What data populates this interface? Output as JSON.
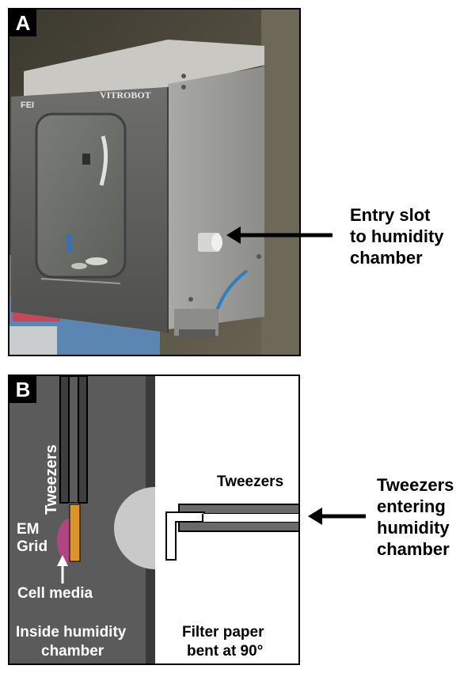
{
  "panel_a": {
    "letter": "A",
    "brand_left": "FEI",
    "brand_right": "VITROBOT",
    "callout": [
      "Entry slot",
      "to humidity",
      "chamber"
    ]
  },
  "panel_b": {
    "letter": "B",
    "tweezers_vertical": "Tweezers",
    "em_grid": [
      "EM",
      "Grid"
    ],
    "cell_media": "Cell media",
    "inside_chamber": [
      "Inside humidity",
      "chamber"
    ],
    "tweezers_horizontal": "Tweezers",
    "filter_paper": [
      "Filter paper",
      "bent at 90°"
    ],
    "callout": [
      "Tweezers",
      "entering",
      "humidity",
      "chamber"
    ]
  },
  "colors": {
    "chamber_gray": "#5b5b5b",
    "wall_dark": "#3a3a3a",
    "tweezer_gray": "#6a6a6a",
    "em_grid_orange": "#d9952b",
    "cell_media_magenta": "#b0457f",
    "entry_slot_light": "#c9c9c9"
  }
}
